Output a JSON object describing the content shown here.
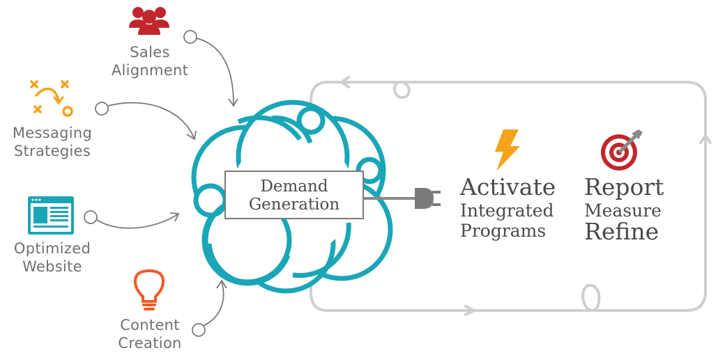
{
  "diagram": {
    "inputs": [
      {
        "line1": "Sales",
        "line2": "Alignment",
        "icon": "people-icon",
        "color": "#c0272d"
      },
      {
        "line1": "Messaging",
        "line2": "Strategies",
        "icon": "strategy-play-icon",
        "color": "#f7a21b"
      },
      {
        "line1": "Optimized",
        "line2": "Website",
        "icon": "webpage-icon",
        "color": "#1aa6b7"
      },
      {
        "line1": "Content",
        "line2": "Creation",
        "icon": "lightbulb-icon",
        "color": "#f15a24"
      }
    ],
    "center": {
      "line1": "Demand",
      "line2": "Generation",
      "color": "#1aa6b7"
    },
    "activate": {
      "title": "Activate",
      "line2": "Integrated",
      "line3": "Programs",
      "icon": "lightning-bolt-icon",
      "color": "#f7a21b"
    },
    "report": {
      "title": "Report",
      "line2": "Measure",
      "line3": "Refine",
      "icon": "target-icon",
      "color": "#c0272d"
    },
    "loop_color": "#cfcfcf"
  }
}
